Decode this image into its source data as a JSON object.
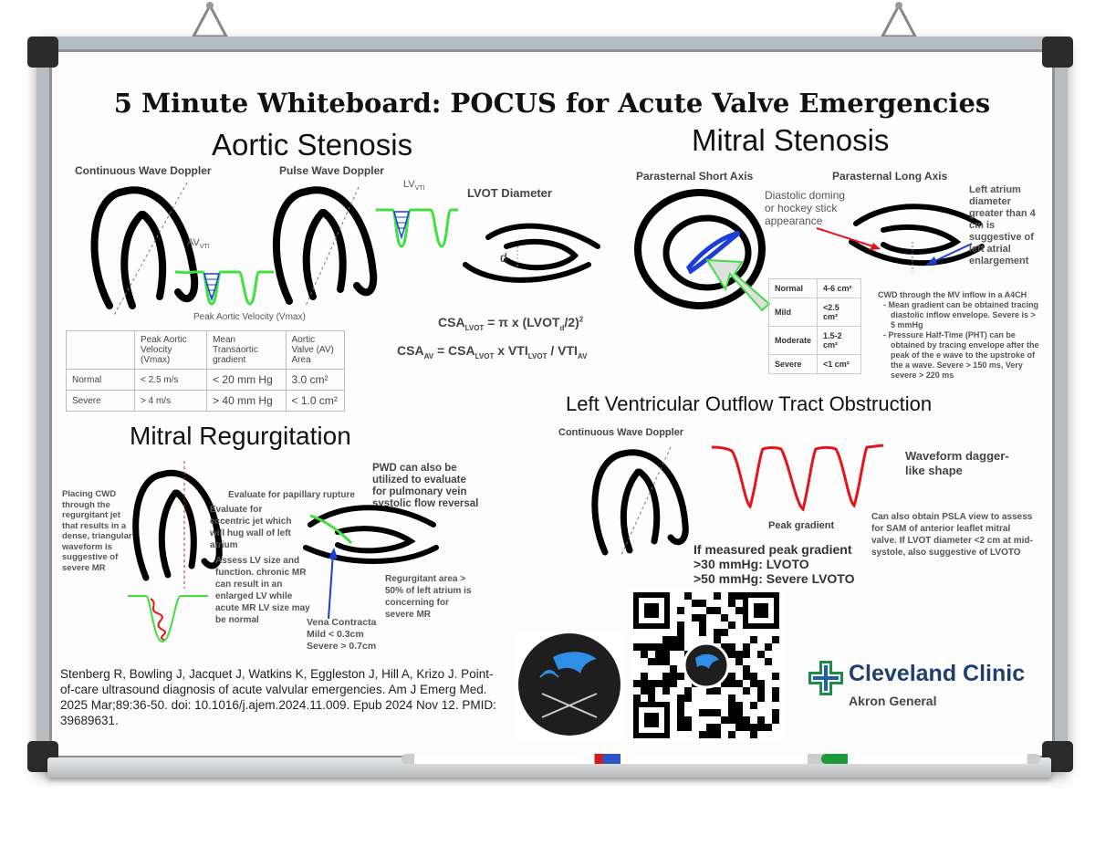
{
  "title": "5 Minute Whiteboard: POCUS for Acute Valve Emergencies",
  "aortic": {
    "heading": "Aortic Stenosis",
    "cwd_label": "Continuous Wave Doppler",
    "pwd_label": "Pulse Wave Doppler",
    "av_vti": "AV",
    "av_vti_sub": "VTI",
    "lv_vti": "LV",
    "lv_vti_sub": "VTI",
    "lvot_diameter": "LVOT Diameter",
    "d_label": "d",
    "peak_velocity": "Peak Aortic Velocity (Vmax)",
    "formula1_a": "CSA",
    "formula1_sub": "LVOT",
    "formula1_b": " = π x (LVOT",
    "formula1_sub2": "d",
    "formula1_c": "/2)",
    "formula1_sup": "2",
    "formula2_a": "CSA",
    "formula2_sub1": "AV",
    "formula2_b": " = CSA",
    "formula2_sub2": "LVOT",
    "formula2_c": " x VTI",
    "formula2_sub3": "LVOT",
    "formula2_d": " / VTI",
    "formula2_sub4": "AV",
    "table": {
      "headers": [
        "",
        "Peak Aortic Velocity (Vmax)",
        "Mean Transaortic gradient",
        "Aortic Valve (AV) Area"
      ],
      "rows": [
        [
          "Normal",
          "< 2.5 m/s",
          "< 20 mm Hg",
          "3.0 cm²"
        ],
        [
          "Severe",
          "> 4 m/s",
          "> 40 mm Hg",
          "< 1.0 cm²"
        ]
      ]
    }
  },
  "mitral_stenosis": {
    "heading": "Mitral Stenosis",
    "psax": "Parasternal Short Axis",
    "plax": "Parasternal Long Axis",
    "doming": "Diastolic doming or hockey stick appearance",
    "la_note": "Left atrium diameter greater than 4 cm is suggestive of left atrial enlargement",
    "table": [
      [
        "Normal",
        "4-6 cm²"
      ],
      [
        "Mild",
        "<2.5 cm²"
      ],
      [
        "Moderate",
        "1.5-2 cm²"
      ],
      [
        "Severe",
        "<1 cm²"
      ]
    ],
    "cwd_note_title": "CWD through the MV inflow in a A4CH",
    "cwd_note_1": "Mean gradient can be obtained tracing diastolic inflow envelope. Severe is > 5 mmHg",
    "cwd_note_2": "Pressure Half-Time (PHT) can be obtained by tracing envelope after the peak of the e wave to the upstroke of the a wave. Severe > 150 ms, Very severe > 220 ms"
  },
  "mitral_regurg": {
    "heading": "Mitral Regurgitation",
    "cwd_note": "Placing CWD through the regurgitant jet that results in a dense, triangular waveform is suggestive of severe MR",
    "papillary": "Evaluate for papillary rupture",
    "eccentric": "Evaluate for eccentric jet which will hug wall of left atrium",
    "lv_size": "Assess LV size and function. chronic MR can result in an enlarged LV while acute MR LV size may be normal",
    "pwd_note": "PWD can also be utilized to evaluate for pulmonary vein systolic flow reversal",
    "regurg_area": "Regurgitant area > 50% of left atrium is concerning for severe MR",
    "vena_title": "Vena Contracta",
    "vena_mild": "Mild < 0.3cm",
    "vena_severe": "Severe > 0.7cm"
  },
  "lvoto": {
    "heading": "Left Ventricular Outflow Tract Obstruction",
    "cwd_label": "Continuous Wave Doppler",
    "waveform": "Waveform dagger-like shape",
    "psla_note": "Can also obtain PSLA view to assess for SAM of anterior leaflet mitral valve. If LVOT diameter <2 cm at mid-systole, also suggestive of LVOTO",
    "peak_gradient": "Peak gradient",
    "measured": "If measured peak gradient",
    "g30": ">30 mmHg: LVOTO",
    "g50": ">50 mmHg: Severe LVOTO"
  },
  "reference": "Stenberg R, Bowling J, Jacquet J, Watkins K, Eggleston J, Hill A, Krizo J. Point-of-care ultrasound diagnosis of acute valvular emergencies. Am J Emerg Med. 2025 Mar;89:36-50. doi: 10.1016/j.ajem.2024.11.009. Epub 2024 Nov 12. PMID: 39689631.",
  "branding": {
    "clinic_name": "Cleveland Clinic",
    "clinic_sub": "Akron General"
  },
  "colors": {
    "green": "#3fe03f",
    "blue": "#1a3fd6",
    "red": "#e5141b",
    "clinic_green": "#1d8a4e",
    "clinic_blue": "#1f5ea8"
  }
}
